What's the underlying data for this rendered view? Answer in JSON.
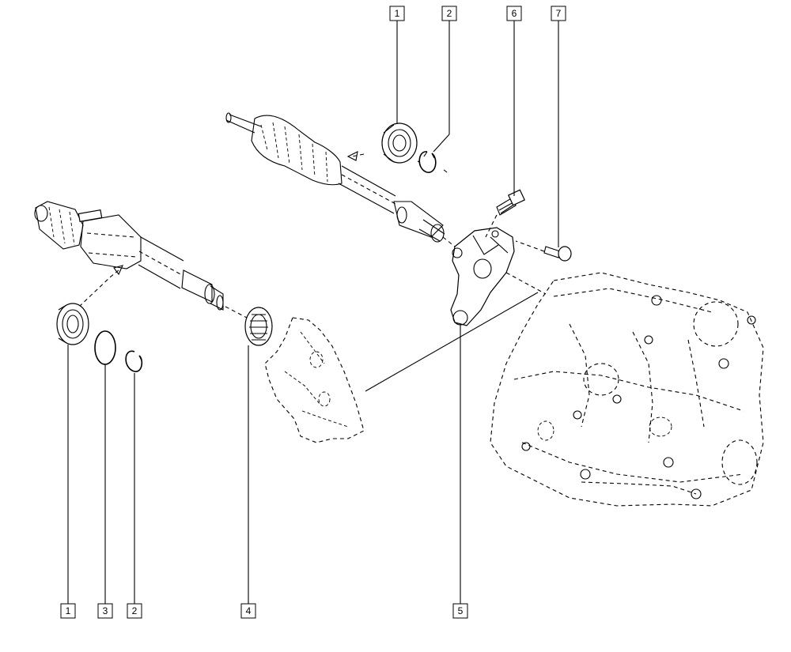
{
  "diagram": {
    "callouts": [
      {
        "id": "c1-top",
        "label": "1"
      },
      {
        "id": "c2-top",
        "label": "2"
      },
      {
        "id": "c6-top",
        "label": "6"
      },
      {
        "id": "c7-top",
        "label": "7"
      },
      {
        "id": "c1-bottom",
        "label": "1"
      },
      {
        "id": "c3-bottom",
        "label": "3"
      },
      {
        "id": "c2-bottom",
        "label": "2"
      },
      {
        "id": "c4-bottom",
        "label": "4"
      },
      {
        "id": "c5-bottom",
        "label": "5"
      }
    ],
    "line_color": "#000000",
    "background": "#ffffff"
  }
}
